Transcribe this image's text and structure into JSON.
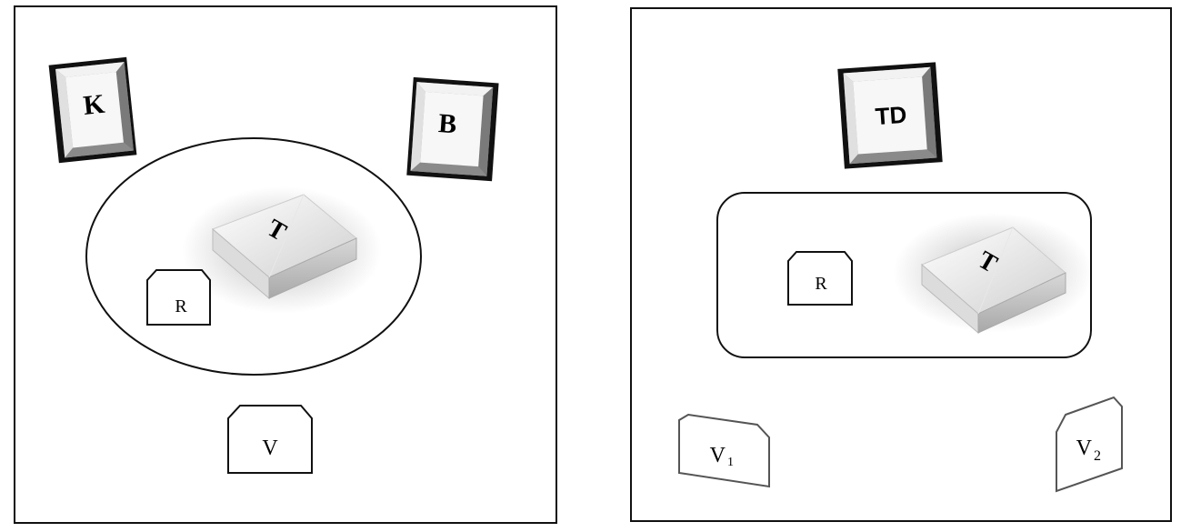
{
  "left_panel": {
    "k_label": "K",
    "b_label": "B",
    "t_label": "T",
    "r_label": "R",
    "v_label": "V"
  },
  "right_panel": {
    "td_label": "TD",
    "t_label": "T",
    "r_label": "R",
    "v1_main": "V",
    "v1_sub": "1",
    "v2_main": "V",
    "v2_sub": "2"
  }
}
